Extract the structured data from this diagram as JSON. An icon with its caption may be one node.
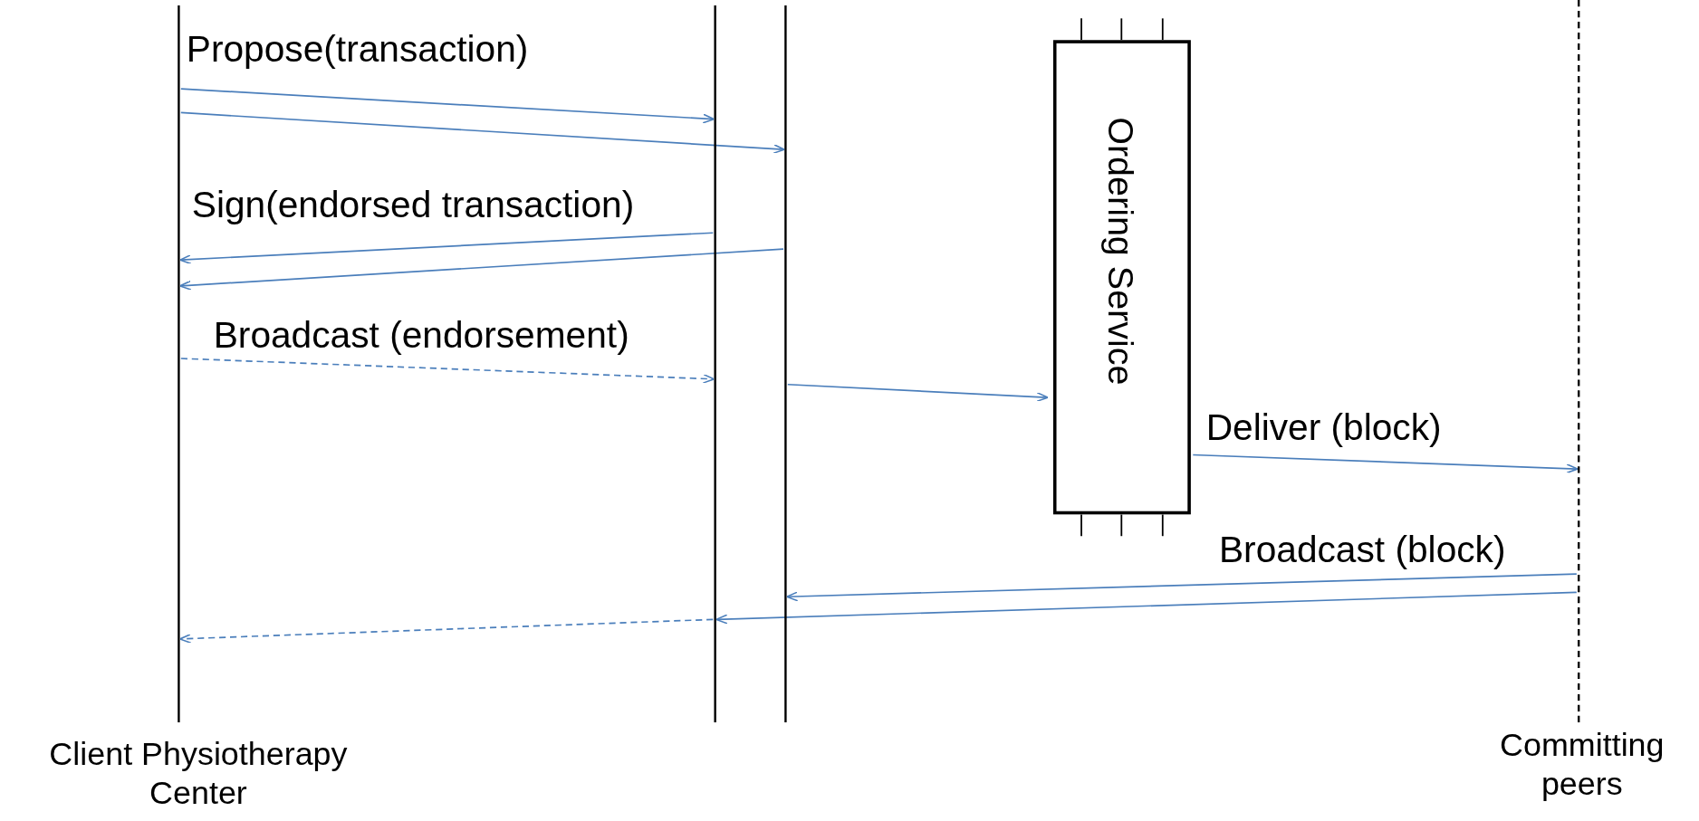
{
  "diagram": {
    "nodes": [
      {
        "text": [
          "Client Physiotherapy Center"
        ]
      },
      {
        "text": [],
        "shape": "line"
      },
      {
        "text": [],
        "shape": "line"
      },
      {
        "text": [
          "Ordering Service"
        ]
      },
      {
        "text": [
          "Committing peers"
        ]
      }
    ],
    "edges": [
      {
        "from": 0,
        "to": 1,
        "arrow": "to",
        "label": "Propose(transaction)"
      },
      {
        "from": 0,
        "to": 2,
        "arrow": "to"
      },
      {
        "from": 1,
        "to": 0,
        "arrow": "to",
        "label": "Sign(endorsed transaction)"
      },
      {
        "from": 2,
        "to": 0,
        "arrow": "to"
      },
      {
        "from": 0,
        "to": 1,
        "arrow": "to",
        "style": "dashed",
        "label": "Broadcast (endorsement)"
      },
      {
        "from": 2,
        "to": 3,
        "arrow": "to"
      },
      {
        "from": 3,
        "to": 4,
        "arrow": "to",
        "label": "Deliver (block)"
      },
      {
        "from": 4,
        "to": 2,
        "arrow": "to",
        "label": "Broadcast (block)"
      },
      {
        "from": 4,
        "to": 1,
        "arrow": "to"
      },
      {
        "from": 1,
        "to": 0,
        "arrow": "to",
        "style": "dashed"
      }
    ]
  }
}
